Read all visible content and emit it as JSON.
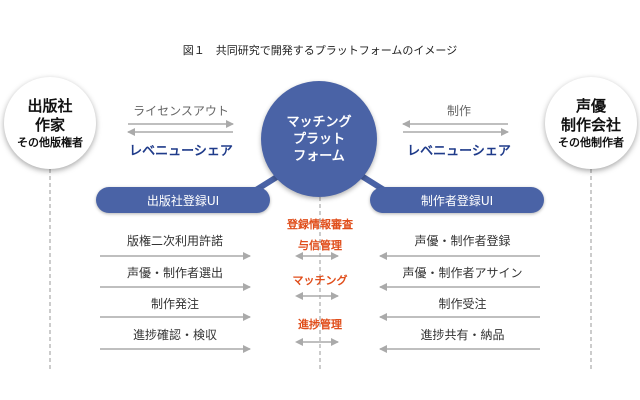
{
  "figure_title": "図１　共同研究で開発するプラットフォームのイメージ",
  "left_party": {
    "line1": "出版社",
    "line2": "作家",
    "line3": "その他版権者"
  },
  "right_party": {
    "line1": "声優",
    "line2": "制作会社",
    "line3": "その他制作者"
  },
  "platform": {
    "line1": "マッチング",
    "line2": "プラット",
    "line3": "フォーム"
  },
  "left_flow": {
    "out_label": "ライセンスアウト",
    "return_label": "レベニューシェア"
  },
  "right_flow": {
    "out_label": "制作",
    "return_label": "レベニューシェア"
  },
  "left_ui": {
    "label": "出版社登録UI",
    "items": [
      "版権二次利用許諾",
      "声優・制作者選出",
      "制作発注",
      "進捗確認・検収"
    ]
  },
  "right_ui": {
    "label": "制作者登録UI",
    "items": [
      "声優・制作者登録",
      "声優・制作者アサイン",
      "制作受注",
      "進捗共有・納品"
    ]
  },
  "middle_functions": [
    "登録情報審査",
    "与信管理",
    "マッチング",
    "進捗管理"
  ],
  "colors": {
    "platform_blue": "#4a63a6",
    "share_text": "#1f3b8a",
    "function_text": "#e04e1b",
    "arrow_gray": "#aaaaaa"
  }
}
